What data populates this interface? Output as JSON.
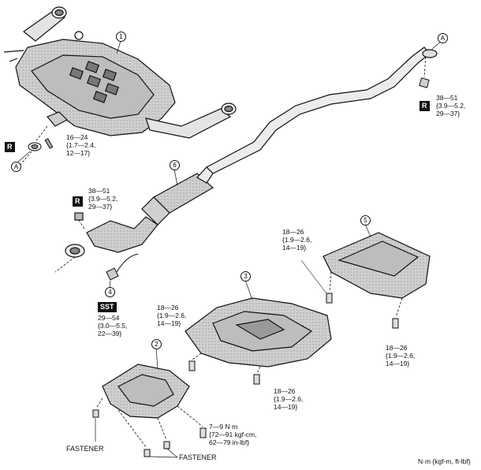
{
  "callouts": {
    "c1": "1",
    "c2": "2",
    "c3": "3",
    "c4": "4",
    "c5": "5",
    "c6": "6",
    "a_top": "A",
    "a_left": "A"
  },
  "badges": {
    "r1": "R",
    "r2": "R",
    "r3": "R",
    "sst": "SST"
  },
  "torques": {
    "t_rear_flange": "16—24\n{1.7—2.4,\n12—17}",
    "t_front_nut": "38—51\n{3.9—5.2,\n29—37}",
    "t_catalyst_nut": "38—51\n{3.9—5.2,\n29—37}",
    "t_sensor": "29—54\n{3.0—5.5,\n22—39}",
    "t_plate5_a": "18—26\n{1.9—2.6,\n14—19}",
    "t_plate5_b": "18—26\n{1.9—2.6,\n14—19}",
    "t_plate3_a": "18—26\n{1.9—2.6,\n14—19}",
    "t_plate3_b": "18—26\n{1.9—2.6,\n14—19}",
    "t_plate2": "7—9 N·m\n{72—91 kgf-cm,\n62—79 in-lbf}"
  },
  "fastener_labels": {
    "left": "FASTENER",
    "bottom": "FASTENER"
  },
  "units_note": "N·m {kgf-m, ft-lbf}"
}
